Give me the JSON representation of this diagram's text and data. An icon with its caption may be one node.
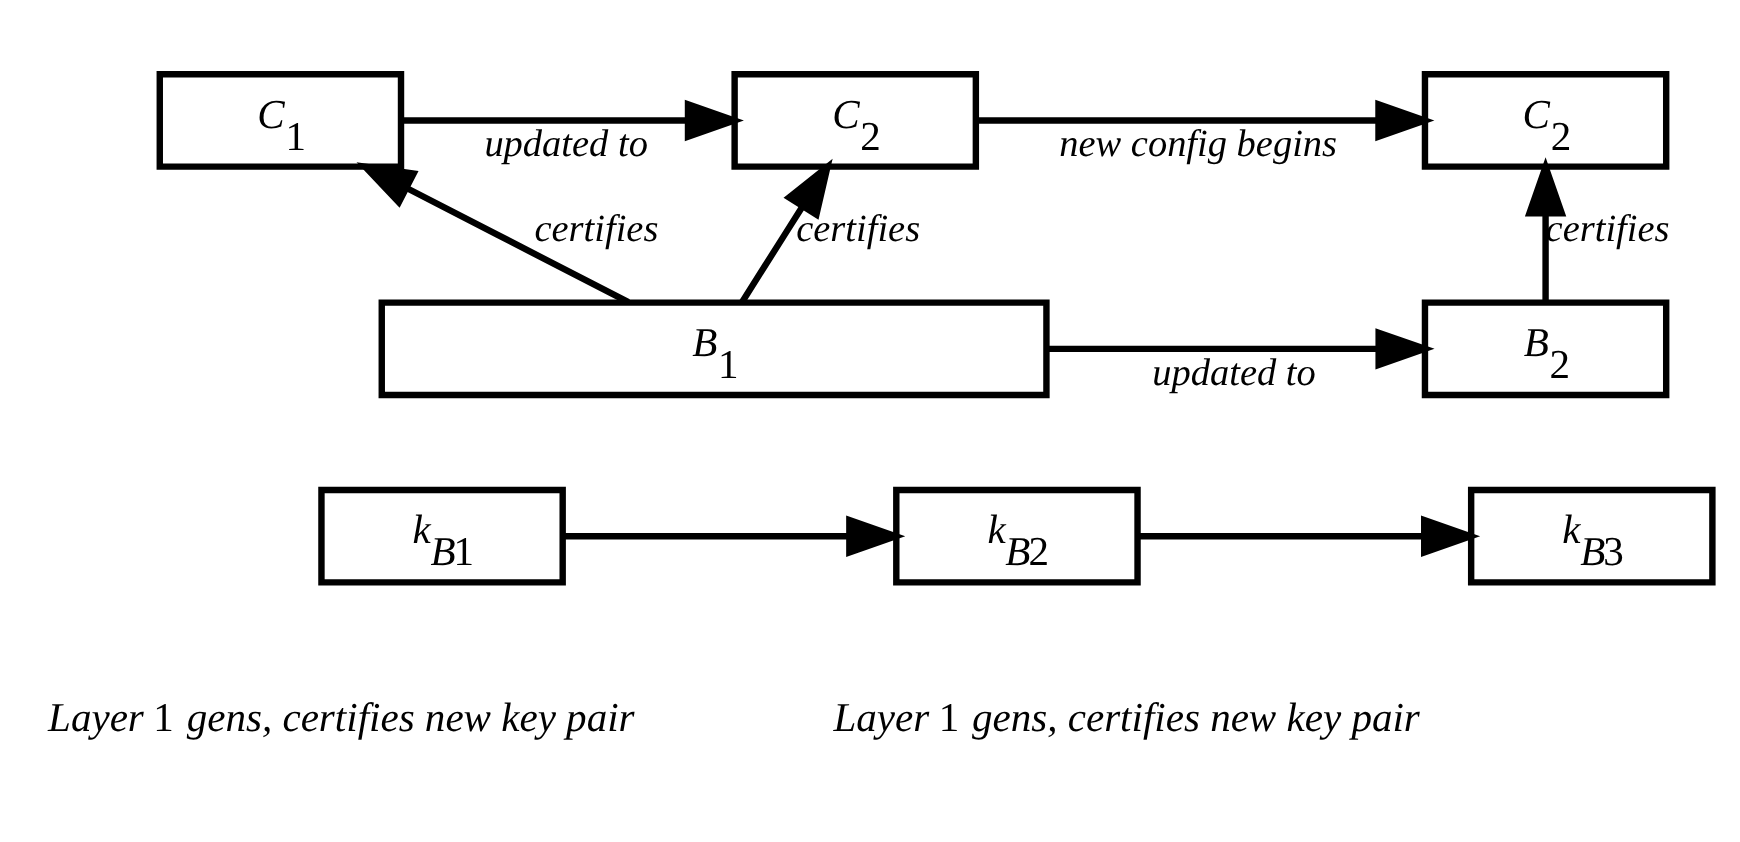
{
  "diagram": {
    "nodes": [
      {
        "text": [
          "C$_{1}$"
        ]
      },
      {
        "text": [
          "C$_{2}$"
        ]
      },
      {
        "text": [
          "C$_{2}$"
        ]
      },
      {
        "text": [
          "B$_{1}$"
        ]
      },
      {
        "text": [
          "B$_{2}$"
        ]
      },
      {
        "text": [
          "k$_{B1}$"
        ]
      },
      {
        "text": [
          "k$_{B2}$"
        ]
      },
      {
        "text": [
          "k$_{B3}$"
        ]
      }
    ],
    "edges": [
      {
        "from": 0,
        "to": 1,
        "arrow": "to",
        "label": "updated to"
      },
      {
        "from": 1,
        "to": 2,
        "arrow": "to",
        "label": "new config begins"
      },
      {
        "from": 3,
        "to": 0,
        "arrow": "to",
        "label": "certifies"
      },
      {
        "from": 3,
        "to": 1,
        "arrow": "to",
        "label": "certifies"
      },
      {
        "from": 4,
        "to": 2,
        "arrow": "to",
        "label": "certifies"
      },
      {
        "from": 3,
        "to": 4,
        "arrow": "to",
        "label": "updated to"
      },
      {
        "from": 5,
        "to": 6,
        "arrow": "to"
      },
      {
        "from": 6,
        "to": 7,
        "arrow": "to"
      }
    ],
    "labels": [
      "Layer 1 gens, certifies new key pair",
      "Layer 1 gens, certifies new key pair"
    ]
  }
}
